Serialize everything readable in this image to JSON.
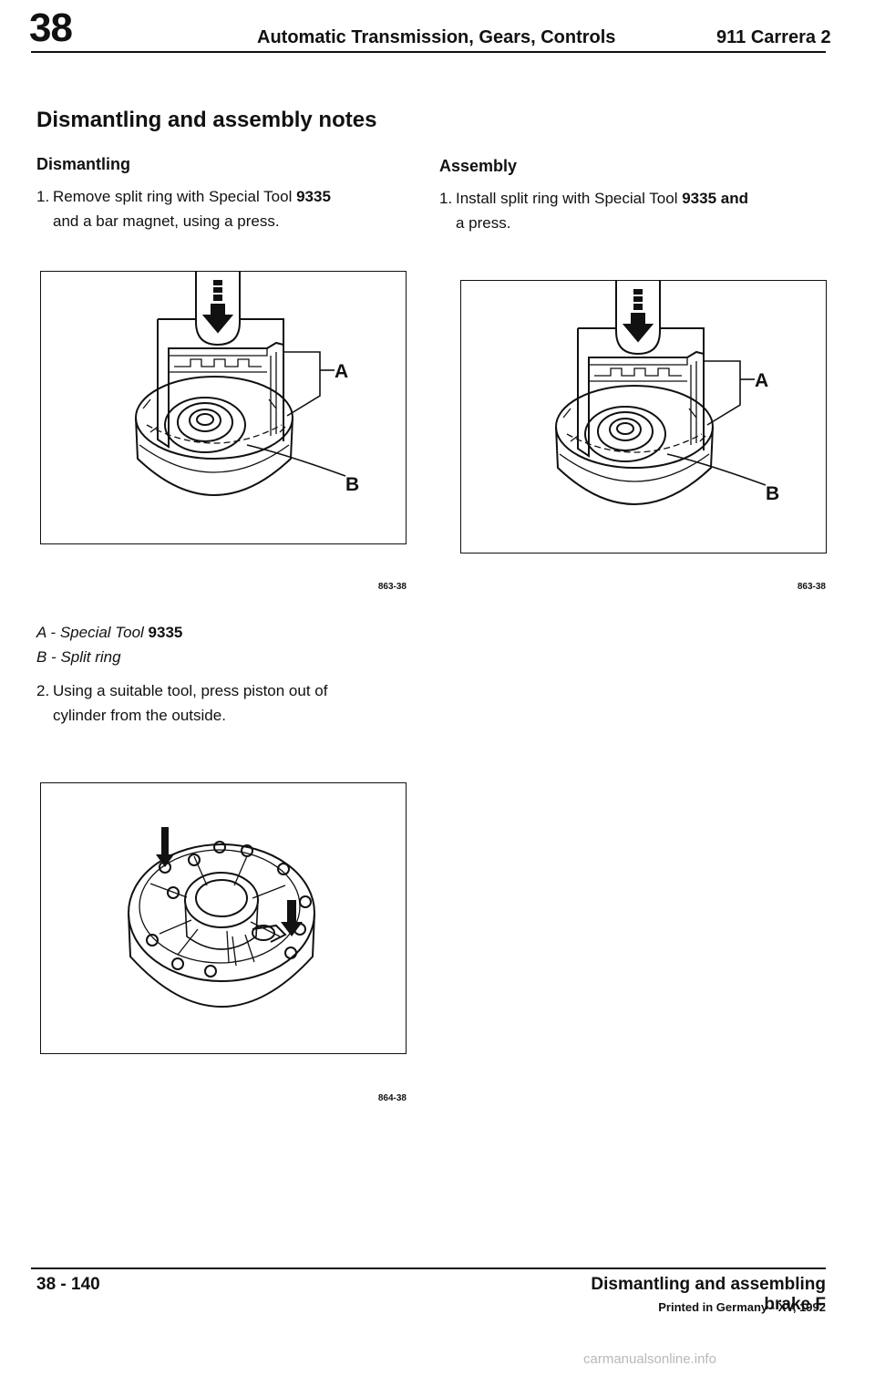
{
  "header": {
    "chapter": "38",
    "title": "Automatic Transmission, Gears, Controls",
    "model": "911 Carrera 2"
  },
  "section_title": "Dismantling and assembly notes",
  "dismantling": {
    "heading": "Dismantling",
    "step1": {
      "num": "1.",
      "text_a": "Remove split ring with Special Tool ",
      "tool": "9335",
      "text_b": "and a bar magnet, using a press."
    },
    "figure1": {
      "label_a": "A",
      "label_b": "B",
      "number": "863-38"
    },
    "legend": {
      "a_prefix": "A - Special Tool ",
      "a_tool": "9335",
      "b": "B - Split ring"
    },
    "step2": {
      "num": "2.",
      "text_a": "Using a suitable tool, press piston out of",
      "text_b": "cylinder from the outside."
    },
    "figure2": {
      "number": "864-38"
    }
  },
  "assembly": {
    "heading": "Assembly",
    "step1": {
      "num": "1.",
      "text_a": "Install split ring with Special Tool ",
      "tool": "9335 and",
      "text_b": "a press."
    },
    "figure1": {
      "label_a": "A",
      "label_b": "B",
      "number": "863-38"
    }
  },
  "footer": {
    "page": "38 - 140",
    "section": "Dismantling and assembling brake F",
    "printed": "Printed in Germany - XV, 1992"
  },
  "watermark": "carmanualsonline.info"
}
